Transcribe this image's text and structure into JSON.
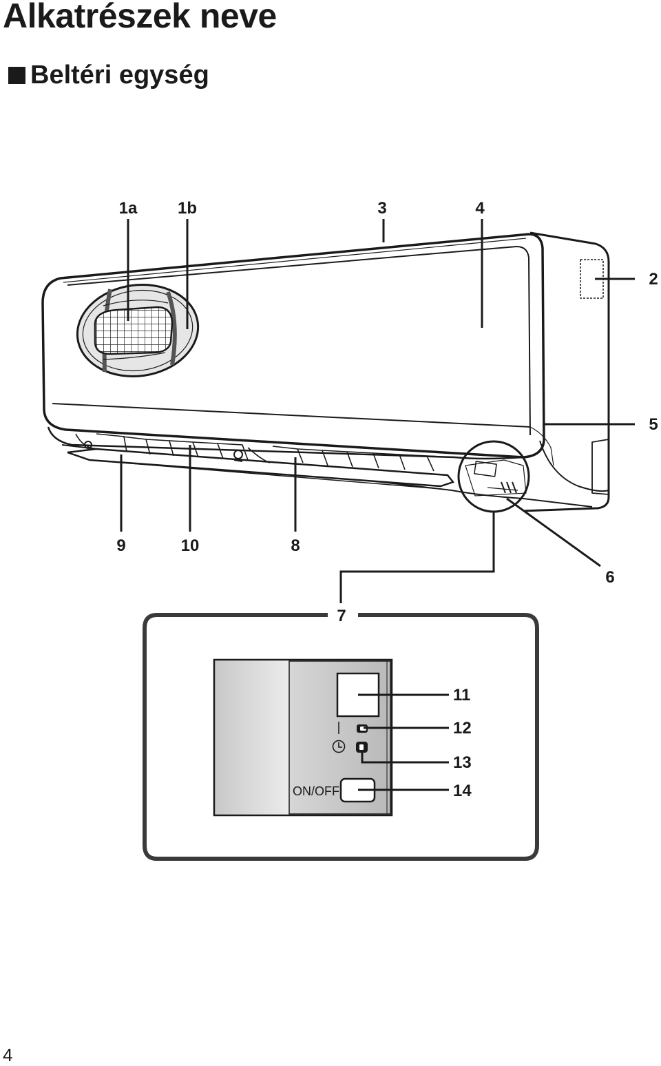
{
  "page": {
    "title": "Alkatrészek neve",
    "section": "Beltéri egység",
    "page_number": "4"
  },
  "callouts": {
    "c1a": "1a",
    "c1b": "1b",
    "c2": "2",
    "c3": "3",
    "c4": "4",
    "c5": "5",
    "c6": "6",
    "c7": "7",
    "c8": "8",
    "c9": "9",
    "c10": "10",
    "c11": "11",
    "c12": "12",
    "c13": "13",
    "c14": "14"
  },
  "control_panel": {
    "onoff_label": "ON/OFF"
  },
  "icons": {
    "timer": "clock-icon",
    "bullet": "square-bullet"
  }
}
